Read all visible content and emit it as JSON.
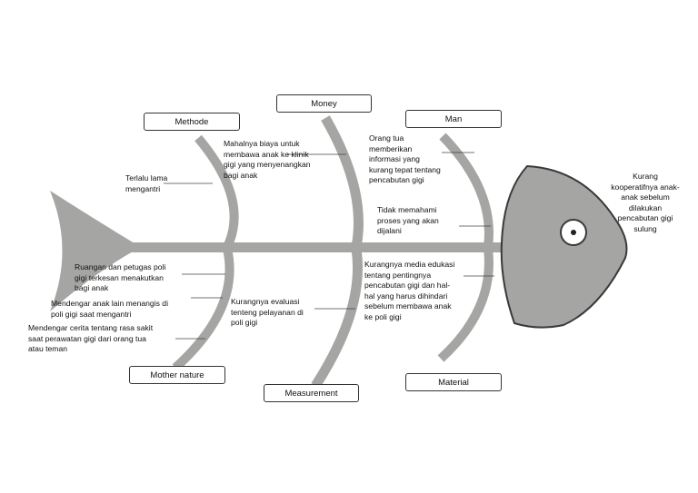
{
  "categories": {
    "methode": "Methode",
    "money": "Money",
    "man": "Man",
    "mother_nature": "Mother nature",
    "measurement": "Measurement",
    "material": "Material"
  },
  "causes": {
    "methode_1": "Terlalu lama\nmengantri",
    "money_1": "Mahalnya biaya untuk\nmembawa anak ke klinik\ngigi yang menyenangkan\nbagi anak",
    "man_1": "Orang tua\nmemberikan\ninformasi yang\nkurang tepat tentang\npencabutan gigi",
    "man_2": "Tidak memahami\nproses yang akan\ndijalani",
    "mother_nature_1": "Ruangan dan petugas poli\ngigi terkesan menakutkan\nbagi anak",
    "mother_nature_2": "Mendengar anak lain menangis di\npoli gigi  saat mengantri",
    "mother_nature_3": "Mendengar cerita tentang rasa sakit\nsaat perawatan gigi dari orang tua\natau teman",
    "measurement_1": "Kurangnya evaluasi\ntenteng pelayanan di\npoli gigi",
    "material_1": "Kurangnya media edukasi\ntentang pentingnya\npencabutan gigi dan hal-\nhal yang harus dihindari\nsebelum membawa anak\nke poli gigi"
  },
  "effect": "Kurang\nkooperatifnya anak-\nanak sebelum\ndilakukan\npencabutan gigi\nsulung",
  "colors": {
    "fish_fill": "#a5a5a3",
    "fish_outline": "#3a3a3a",
    "box_border": "#333333"
  }
}
